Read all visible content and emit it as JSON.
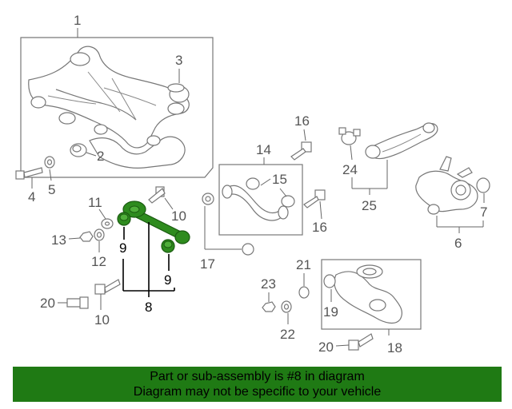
{
  "callouts": {
    "c1": "1",
    "c2": "2",
    "c3": "3",
    "c4": "4",
    "c5": "5",
    "c6": "6",
    "c7": "7",
    "c8": "8",
    "c9a": "9",
    "c9b": "9",
    "c10a": "10",
    "c10b": "10",
    "c11": "11",
    "c12": "12",
    "c13": "13",
    "c14": "14",
    "c15": "15",
    "c16a": "16",
    "c16b": "16",
    "c17": "17",
    "c18": "18",
    "c19": "19",
    "c20a": "20",
    "c20b": "20",
    "c21": "21",
    "c22": "22",
    "c23": "23",
    "c24": "24",
    "c25": "25"
  },
  "highlight": {
    "part_number": "8",
    "color": "#2e8b1e"
  },
  "banner": {
    "line1": "Part or sub-assembly is #8 in diagram",
    "line2": "Diagram may not be specific to your vehicle",
    "background": "#1f7a14"
  }
}
